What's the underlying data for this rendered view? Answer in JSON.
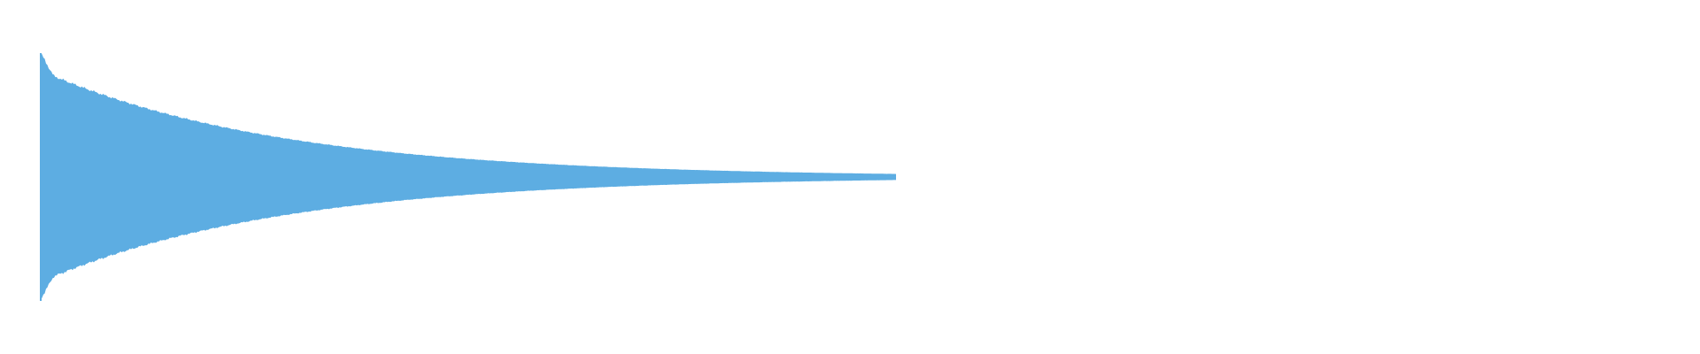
{
  "waveform": {
    "color": "#5dade2",
    "background": "#ffffff",
    "peak_level": 1.0,
    "decay": "exponential",
    "sound_fraction_of_view": 0.5
  }
}
